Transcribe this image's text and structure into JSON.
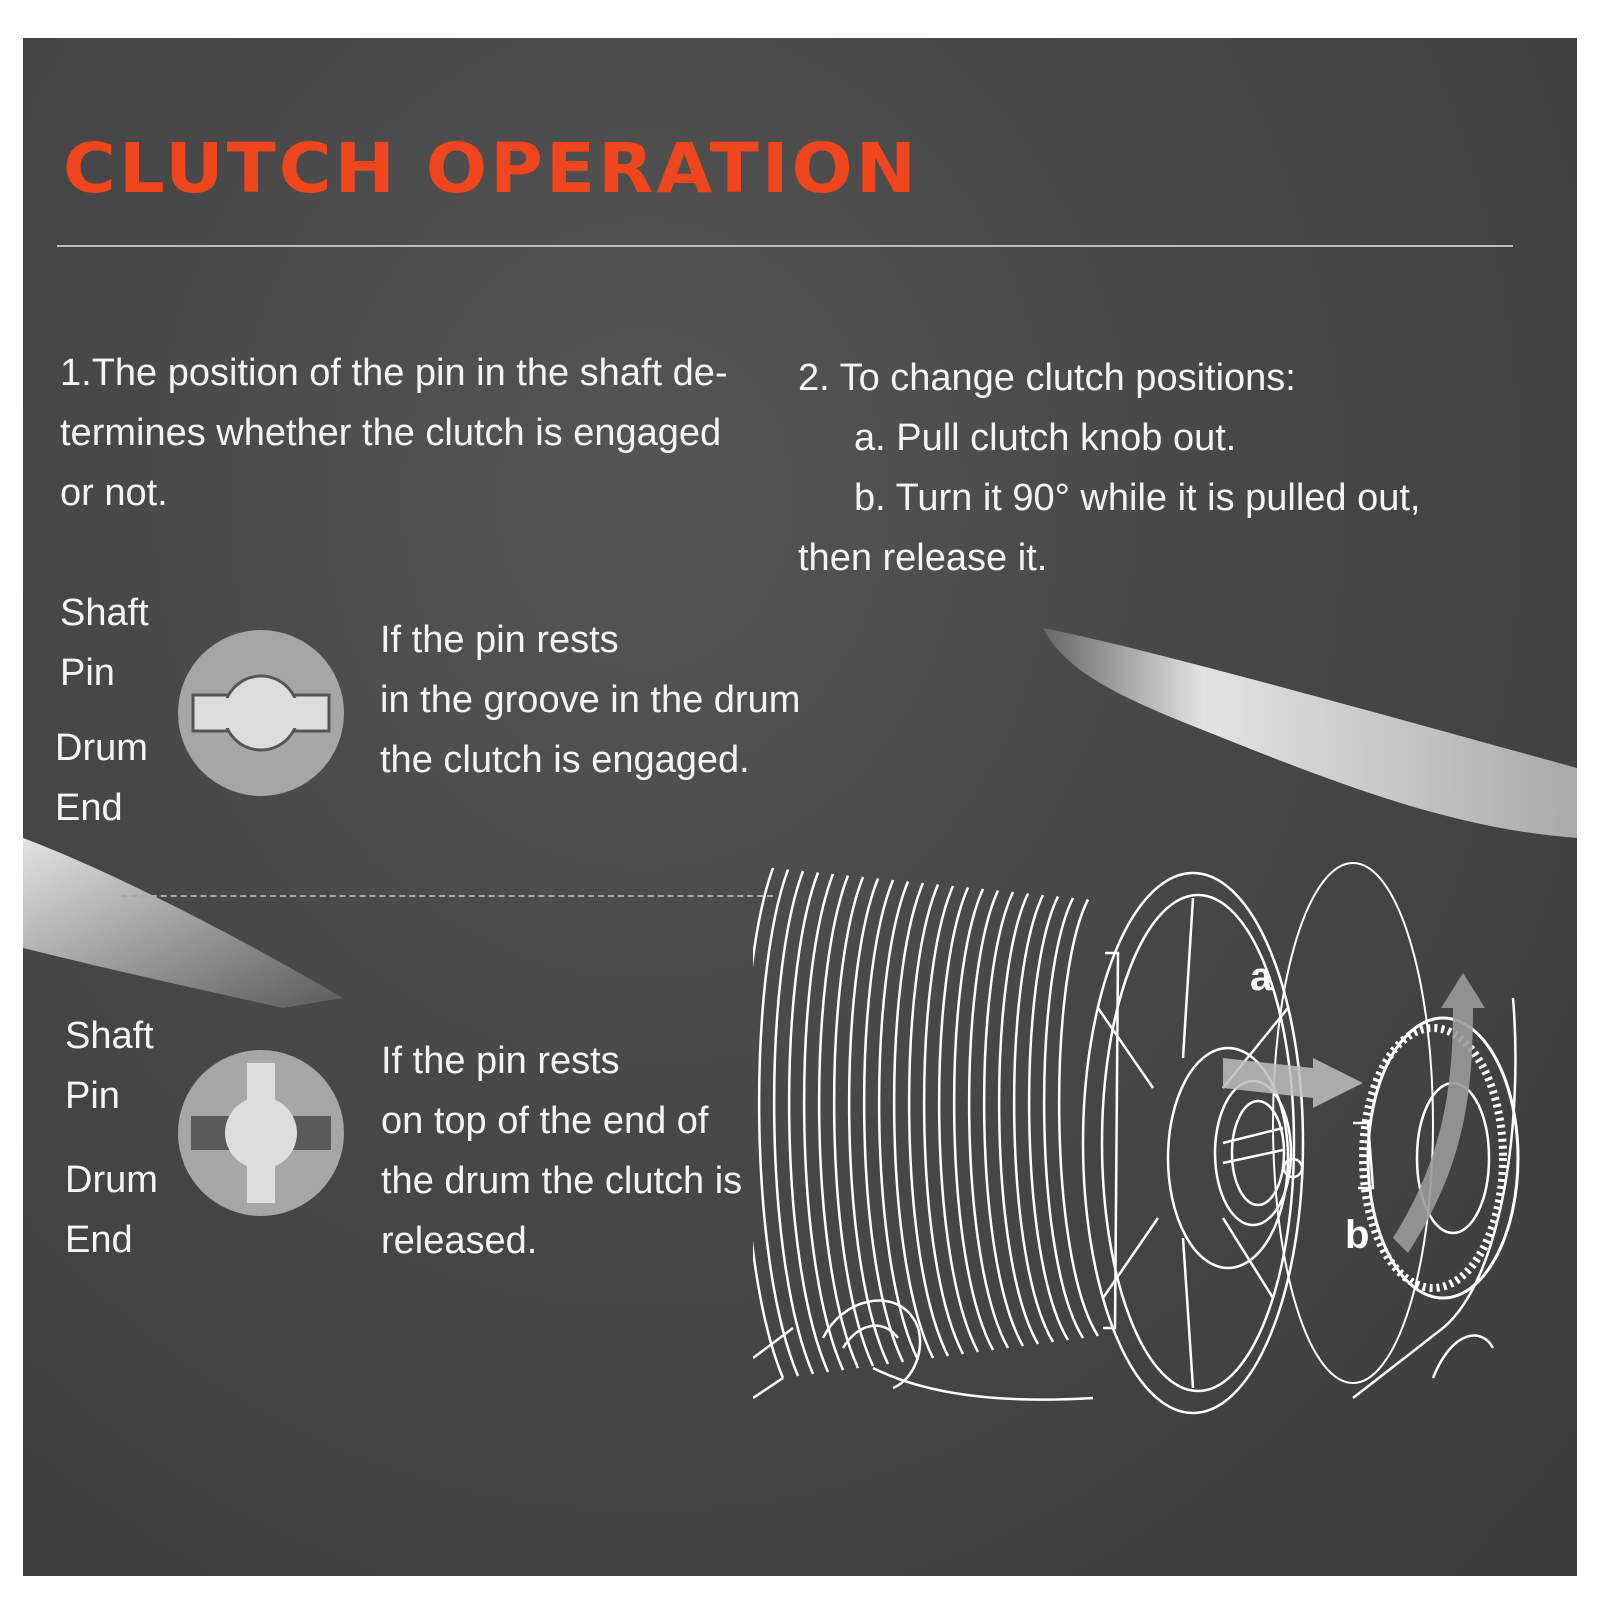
{
  "title": "CLUTCH OPERATION",
  "intro": {
    "lines": [
      "1.The position of the pin in the shaft de-",
      "termines whether the clutch is engaged",
      "or not."
    ]
  },
  "change": {
    "heading": "2. To change clutch positions:",
    "step_a": "a. Pull clutch knob out.",
    "step_b": "b. Turn it 90°   while it is pulled out,",
    "step_b_cont": "then release it."
  },
  "engaged": {
    "labels": [
      "Shaft",
      "Pin",
      "Drum",
      "End"
    ],
    "lines": [
      "If the pin rests",
      "in the groove in the drum",
      "the clutch is engaged."
    ]
  },
  "released": {
    "labels": [
      "Shaft",
      "Pin",
      "Drum",
      "End"
    ],
    "lines": [
      "If the pin rests",
      "on top of the end of",
      "the drum the clutch is",
      "released."
    ]
  },
  "diagram": {
    "label_a": "a",
    "label_b": "b"
  },
  "colors": {
    "title": "#f0461e",
    "background": "#474747",
    "text": "#f4f4f4",
    "disc": "#a6a6a6",
    "pin": "#dddddd"
  }
}
